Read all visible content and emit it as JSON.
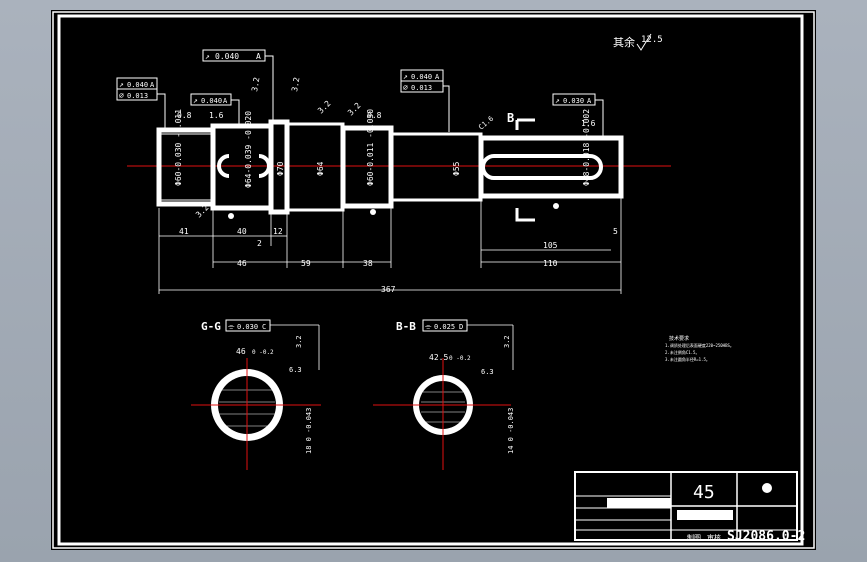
{
  "drawing": {
    "roughness_note": "其余",
    "roughness_value": "12.5",
    "main_view": {
      "tolerance_frames": [
        {
          "symbol": "↗",
          "value": "0.040",
          "datum": "A"
        },
        {
          "symbol": "↗",
          "value": "0.040",
          "datum": "A"
        },
        {
          "symbol": "⌀",
          "value": "0.013",
          "datum": ""
        },
        {
          "symbol": "↗",
          "value": "0.040",
          "datum": "A"
        },
        {
          "symbol": "↗",
          "value": "0.040",
          "datum": "A"
        },
        {
          "symbol": "⌀",
          "value": "0.013",
          "datum": ""
        },
        {
          "symbol": "↗",
          "value": "0.030",
          "datum": "A"
        }
      ],
      "roughness_marks": [
        "0.8",
        "1.6",
        "3.2",
        "3.2",
        "3.2",
        "0.8",
        "3.2",
        "1.6",
        "3.2"
      ],
      "chamfer": "C1.6",
      "section_letter_b": "B",
      "diameters": [
        "Φ60-0.030 -0.011",
        "Φ64-0.039 -0.020",
        "Φ70",
        "Φ64",
        "Φ60-0.011 -0.030",
        "Φ55",
        "Φ48-0.018 -0.002"
      ],
      "dims_row1": [
        "41",
        "40",
        "12",
        "105",
        "5"
      ],
      "dims_row1b": [
        "2"
      ],
      "dims_row2": [
        "46",
        "59",
        "38",
        "110"
      ],
      "overall": "367"
    },
    "section_gg": {
      "label": "G-G",
      "frame_symbol": "⌯",
      "frame_value": "0.030",
      "frame_datum": "C",
      "width_dim": "46",
      "width_tol": "0 -0.2",
      "roughness": "3.2",
      "roughness2": "6.3",
      "key_dim": "18 0 -0.043"
    },
    "section_bb": {
      "label": "B-B",
      "frame_symbol": "⌯",
      "frame_value": "0.025",
      "frame_datum": "D",
      "width_dim": "42.5",
      "width_tol": "0 -0.2",
      "roughness": "3.2",
      "roughness2": "6.3",
      "key_dim": "14 0 -0.043"
    },
    "tech_notes": {
      "title": "技术要求",
      "lines": [
        "1.调质处理后表面硬度220~250HBS。",
        "2.未注倒角C1.5。",
        "3.未注圆角半径R=1.5。"
      ]
    },
    "title_block": {
      "material": "45",
      "drawing_no": "SJ2086.0-2",
      "labels": [
        "制图",
        "审核"
      ]
    }
  }
}
